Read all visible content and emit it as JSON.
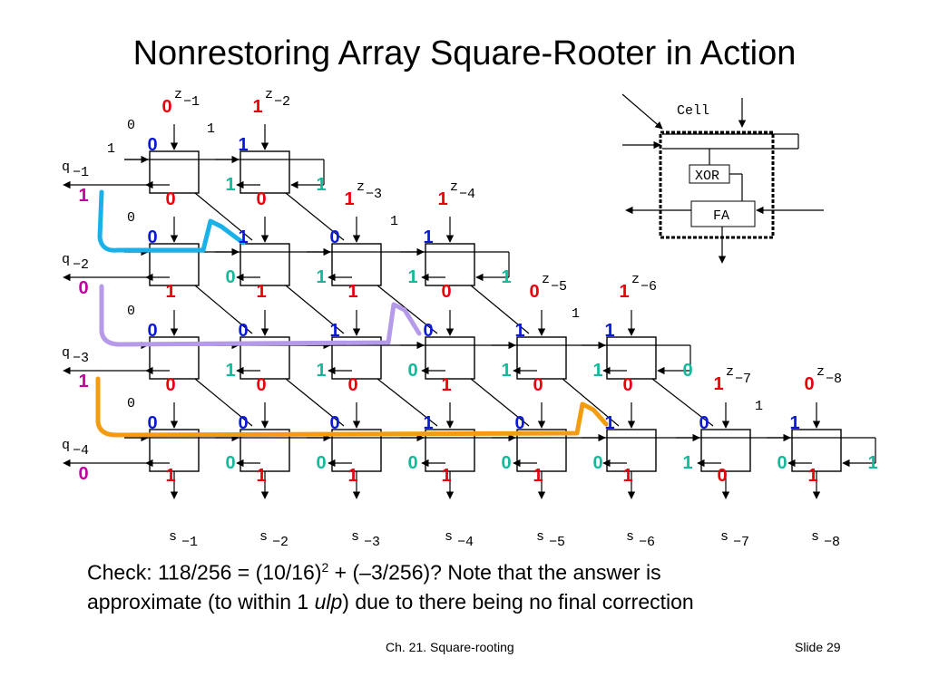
{
  "title": "Nonrestoring Array Square-Rooter in Action",
  "legend": {
    "cell": "Cell",
    "xor": "XOR",
    "fa": "FA"
  },
  "caption": {
    "line1_prefix": "Check: 118/256 = (10/16)",
    "line1_sup": "2",
    "line1_suffix": " + (–3/256)?   Note that the answer is",
    "line2_prefix": "approximate (to within 1 ",
    "line2_italic": "ulp",
    "line2_suffix": ") due to there being no final correction"
  },
  "footer": {
    "left": "Ch. 21. Square-rooting",
    "right": "Slide 29"
  },
  "colors": {
    "red": "#e8000b",
    "blue": "#0a18d8",
    "green": "#16b89a",
    "magenta": "#c000a0",
    "cyan": "#1ab0e8",
    "lavender": "#b49ae8",
    "orange": "#f39c12"
  },
  "inputs": {
    "z": [
      {
        "name": "z",
        "sub": "−1",
        "value": "0"
      },
      {
        "name": "z",
        "sub": "−2",
        "value": "1"
      },
      {
        "name": "z",
        "sub": "−3",
        "value": "1"
      },
      {
        "name": "z",
        "sub": "−4",
        "value": "1"
      },
      {
        "name": "z",
        "sub": "−5",
        "value": "0"
      },
      {
        "name": "z",
        "sub": "−6",
        "value": "1"
      },
      {
        "name": "z",
        "sub": "−7",
        "value": "1"
      },
      {
        "name": "z",
        "sub": "−8",
        "value": "0"
      }
    ],
    "q": [
      {
        "name": "q",
        "sub": "−1",
        "value": "1"
      },
      {
        "name": "q",
        "sub": "−2",
        "value": "0"
      },
      {
        "name": "q",
        "sub": "−3",
        "value": "1"
      },
      {
        "name": "q",
        "sub": "−4",
        "value": "0"
      }
    ],
    "s": [
      {
        "name": "s",
        "sub": "−1"
      },
      {
        "name": "s",
        "sub": "−2"
      },
      {
        "name": "s",
        "sub": "−3"
      },
      {
        "name": "s",
        "sub": "−4"
      },
      {
        "name": "s",
        "sub": "−5"
      },
      {
        "name": "s",
        "sub": "−6"
      },
      {
        "name": "s",
        "sub": "−7"
      },
      {
        "name": "s",
        "sub": "−8"
      }
    ]
  },
  "rows": [
    {
      "xor_in": [
        "0",
        "1"
      ],
      "carry_in": [
        "1",
        "1"
      ],
      "sum_out": [
        "0",
        "0"
      ],
      "side_labels": {
        "diag": "0",
        "left": "1"
      }
    },
    {
      "xor_in": [
        "0",
        "1",
        "0",
        "1"
      ],
      "carry_in": [
        "0",
        "1",
        "1",
        "1"
      ],
      "sum_out": [
        "1",
        "1",
        "1",
        "0"
      ],
      "side_labels": {
        "diag": "0"
      }
    },
    {
      "xor_in": [
        "0",
        "0",
        "1",
        "0",
        "1",
        "1"
      ],
      "carry_in": [
        "1",
        "1",
        "0",
        "1",
        "1",
        "0"
      ],
      "sum_out": [
        "0",
        "0",
        "0",
        "1",
        "0",
        "0"
      ],
      "side_labels": {
        "diag": "0"
      }
    },
    {
      "xor_in": [
        "0",
        "0",
        "0",
        "1",
        "0",
        "1",
        "0",
        "1"
      ],
      "carry_in": [
        "0",
        "0",
        "0",
        "0",
        "0",
        "1",
        "0",
        "1"
      ],
      "sum_out": [
        "1",
        "1",
        "1",
        "1",
        "1",
        "1",
        "0",
        "1"
      ],
      "side_labels": {
        "diag": "0"
      }
    }
  ],
  "z_one_labels": [
    "1",
    "1",
    "1",
    "1"
  ]
}
